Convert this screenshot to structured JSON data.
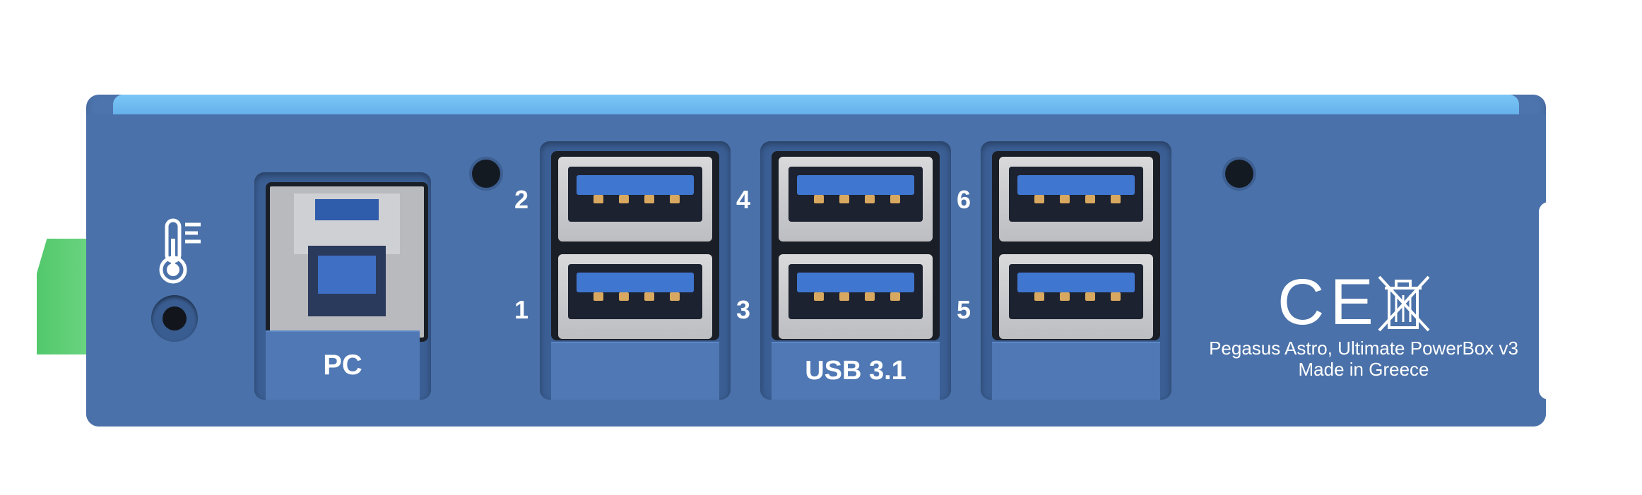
{
  "device": {
    "usb_b_label": "PC",
    "usb_group_label": "USB 3.1",
    "port_numbers": [
      "2",
      "1",
      "4",
      "3",
      "6",
      "5"
    ],
    "ce_mark": "CE",
    "model_line": "Pegasus Astro, Ultimate PowerBox v3",
    "origin_line": "Made in Greece"
  },
  "colors": {
    "panel": "#4a71a9",
    "panel_top": "#7ac6f6",
    "usb_tongue": "#3f76d0",
    "pins": "#d8a860",
    "terminal": "#53c86b"
  },
  "icons": [
    "thermometer-icon",
    "weee-bin-icon"
  ]
}
